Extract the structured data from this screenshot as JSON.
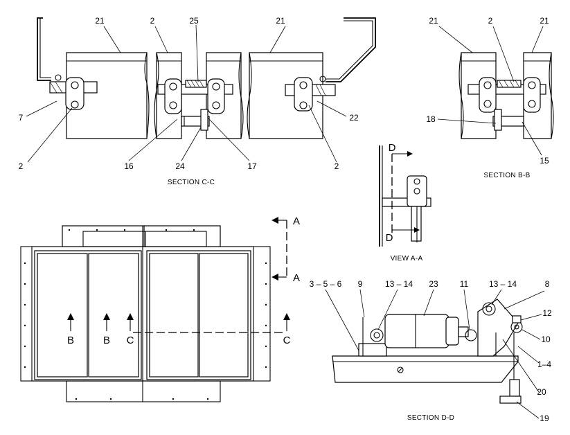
{
  "callouts": {
    "cc_21_left": "21",
    "cc_2_top": "2",
    "cc_25": "25",
    "cc_21_right": "21",
    "cc_7": "7",
    "cc_22": "22",
    "cc_2_bottom_left": "2",
    "cc_16": "16",
    "cc_24": "24",
    "cc_17": "17",
    "cc_2_bottom_right": "2",
    "bb_21_left": "21",
    "bb_2": "2",
    "bb_21_right": "21",
    "bb_18": "18",
    "bb_15": "15",
    "dd_3_5_6": "3 – 5 – 6",
    "dd_9": "9",
    "dd_13_14_left": "13 – 14",
    "dd_23": "23",
    "dd_11": "11",
    "dd_13_14_right": "13 – 14",
    "dd_8": "8",
    "dd_12": "12",
    "dd_10": "10",
    "dd_1_4": "1–4",
    "dd_20": "20",
    "dd_19": "19"
  },
  "captions": {
    "section_cc": "SECTION C-C",
    "section_bb": "SECTION B-B",
    "view_aa": "VIEW A-A",
    "section_dd": "SECTION D-D"
  },
  "markers": {
    "a_top": "A",
    "a_bottom": "A",
    "b_left": "B",
    "b_mid": "B",
    "c_left": "C",
    "c_right": "C",
    "d_top": "D",
    "d_bottom": "D"
  }
}
